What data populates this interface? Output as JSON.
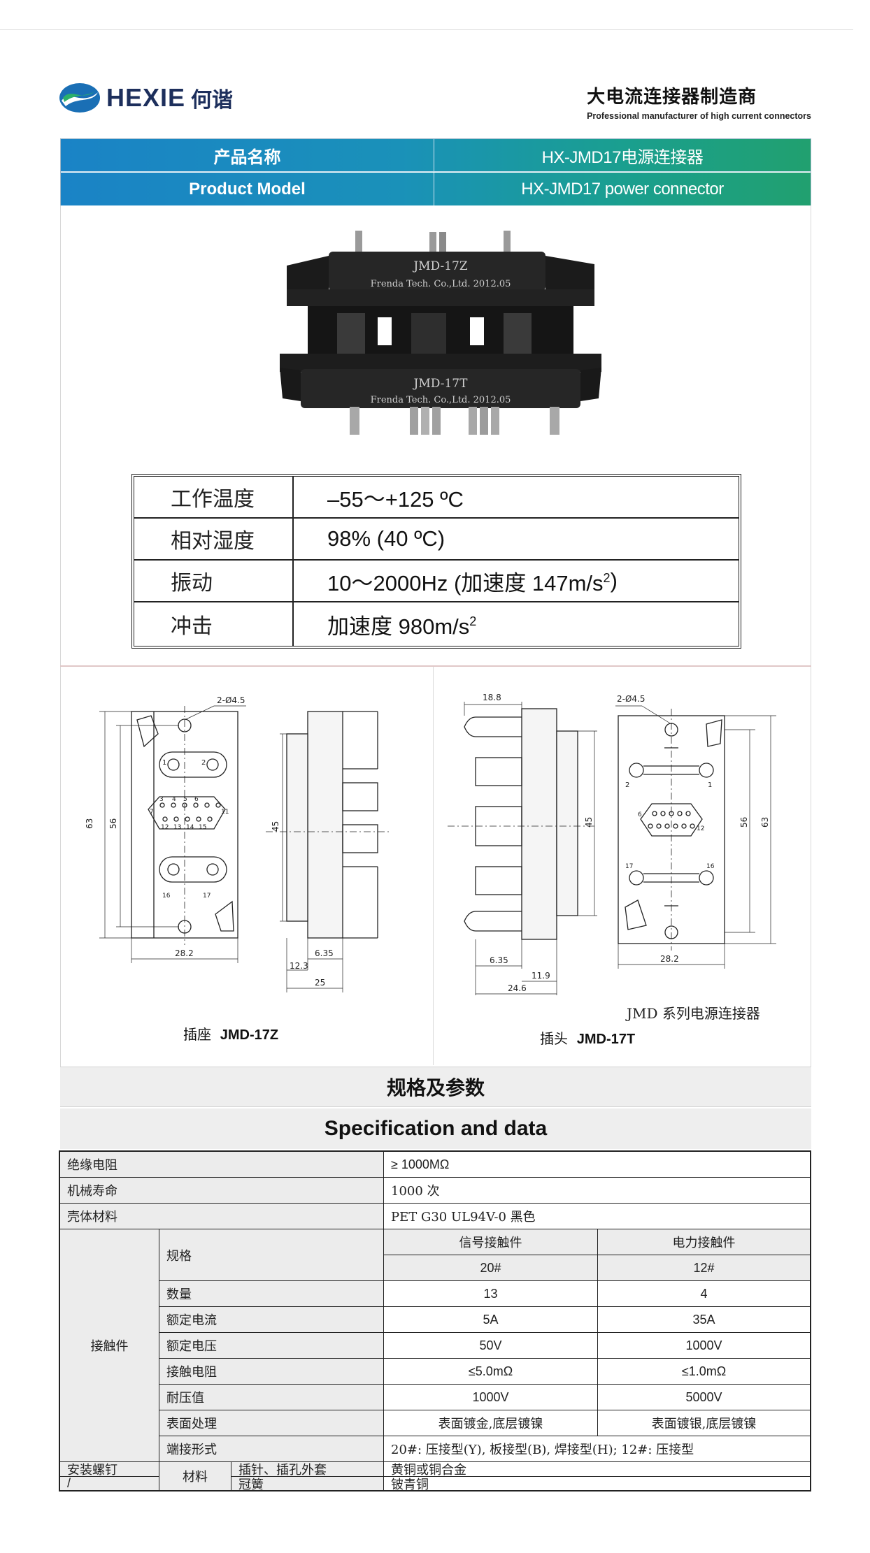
{
  "header": {
    "logo_text": "HEXIE",
    "logo_cn": "何谐",
    "tagline_cn": "大电流连接器制造商",
    "tagline_en": "Professional manufacturer of high current connectors"
  },
  "model": {
    "label_cn": "产品名称",
    "value_cn": "HX-JMD17电源连接器",
    "label_en": "Product Model",
    "value_en": "HX-JMD17 power connector"
  },
  "photo": {
    "top_part": "JMD-17Z",
    "top_maker": "Frenda Tech. Co.,Ltd. 2012.05",
    "bottom_part": "JMD-17T",
    "bottom_maker": "Frenda Tech. Co.,Ltd. 2012.05"
  },
  "environment": [
    {
      "label": "工作温度",
      "value": "–55～+125 ºC",
      "sup": ""
    },
    {
      "label": "相对湿度",
      "value": "98% (40 ºC)",
      "sup": ""
    },
    {
      "label": "振动",
      "value": "10～2000Hz (加速度 147m/s",
      "sup": "2",
      "suffix": ")"
    },
    {
      "label": "冲击",
      "value": "加速度 980m/s",
      "sup": "2",
      "suffix": ""
    }
  ],
  "drawing": {
    "hole_note": "2-Ø4.5",
    "dim_63": "63",
    "dim_56": "56",
    "dim_45": "45",
    "dim_28_2": "28.2",
    "dim_6_35": "6.35",
    "dim_12_3": "12.3",
    "dim_25": "25",
    "dim_18_8": "18.8",
    "dim_11_9": "11.9",
    "dim_24_6": "24.6",
    "pin_1": "1",
    "pin_2": "2",
    "pin_3": "3",
    "pin_4": "4",
    "pin_5": "5",
    "pin_6": "6",
    "pin_7": "7",
    "pin_11": "11",
    "pin_12": "12",
    "pin_13": "13",
    "pin_14": "14",
    "pin_15": "15",
    "pin_16": "16",
    "pin_17": "17",
    "caption_z_cn": "插座",
    "caption_z_en": "JMD-17Z",
    "caption_t_cn": "插头",
    "caption_t_en": "JMD-17T",
    "series": "JMD 系列电源连接器"
  },
  "spec_heading_cn": "规格及参数",
  "spec_heading_en": "Specification and data",
  "spec": {
    "insulation_label": "绝缘电阻",
    "insulation_value": "≥ 1000MΩ",
    "life_label": "机械寿命",
    "life_value": "1000 次",
    "shell_label": "壳体材料",
    "shell_value": "PET G30 UL94V-0 黑色",
    "contact_label": "接触件",
    "size_label": "规格",
    "signal_label": "信号接触件",
    "power_label": "电力接触件",
    "signal_size": "20#",
    "power_size": "12#",
    "qty_label": "数量",
    "qty_signal": "13",
    "qty_power": "4",
    "current_label": "额定电流",
    "current_signal": "5A",
    "current_power": "35A",
    "voltage_label": "额定电压",
    "voltage_signal": "50V",
    "voltage_power": "1000V",
    "resistance_label": "接触电阻",
    "resistance_signal": "≤5.0mΩ",
    "resistance_power": "≤1.0mΩ",
    "withstand_label": "耐压值",
    "withstand_signal": "1000V",
    "withstand_power": "5000V",
    "surface_label": "表面处理",
    "surface_signal": "表面镀金,底层镀镍",
    "surface_power": "表面镀银,底层镀镍",
    "termination_label": "端接形式",
    "termination_value": "20#: 压接型(Y), 板接型(B), 焊接型(H); 12#: 压接型",
    "screw_label": "安装螺钉",
    "screw_value": "/",
    "material_label": "材料",
    "shell_pin_label": "插针、插孔外套",
    "shell_pin_value": "黄铜或铜合金",
    "spring_label": "冠簧",
    "spring_value": "铍青铜"
  }
}
